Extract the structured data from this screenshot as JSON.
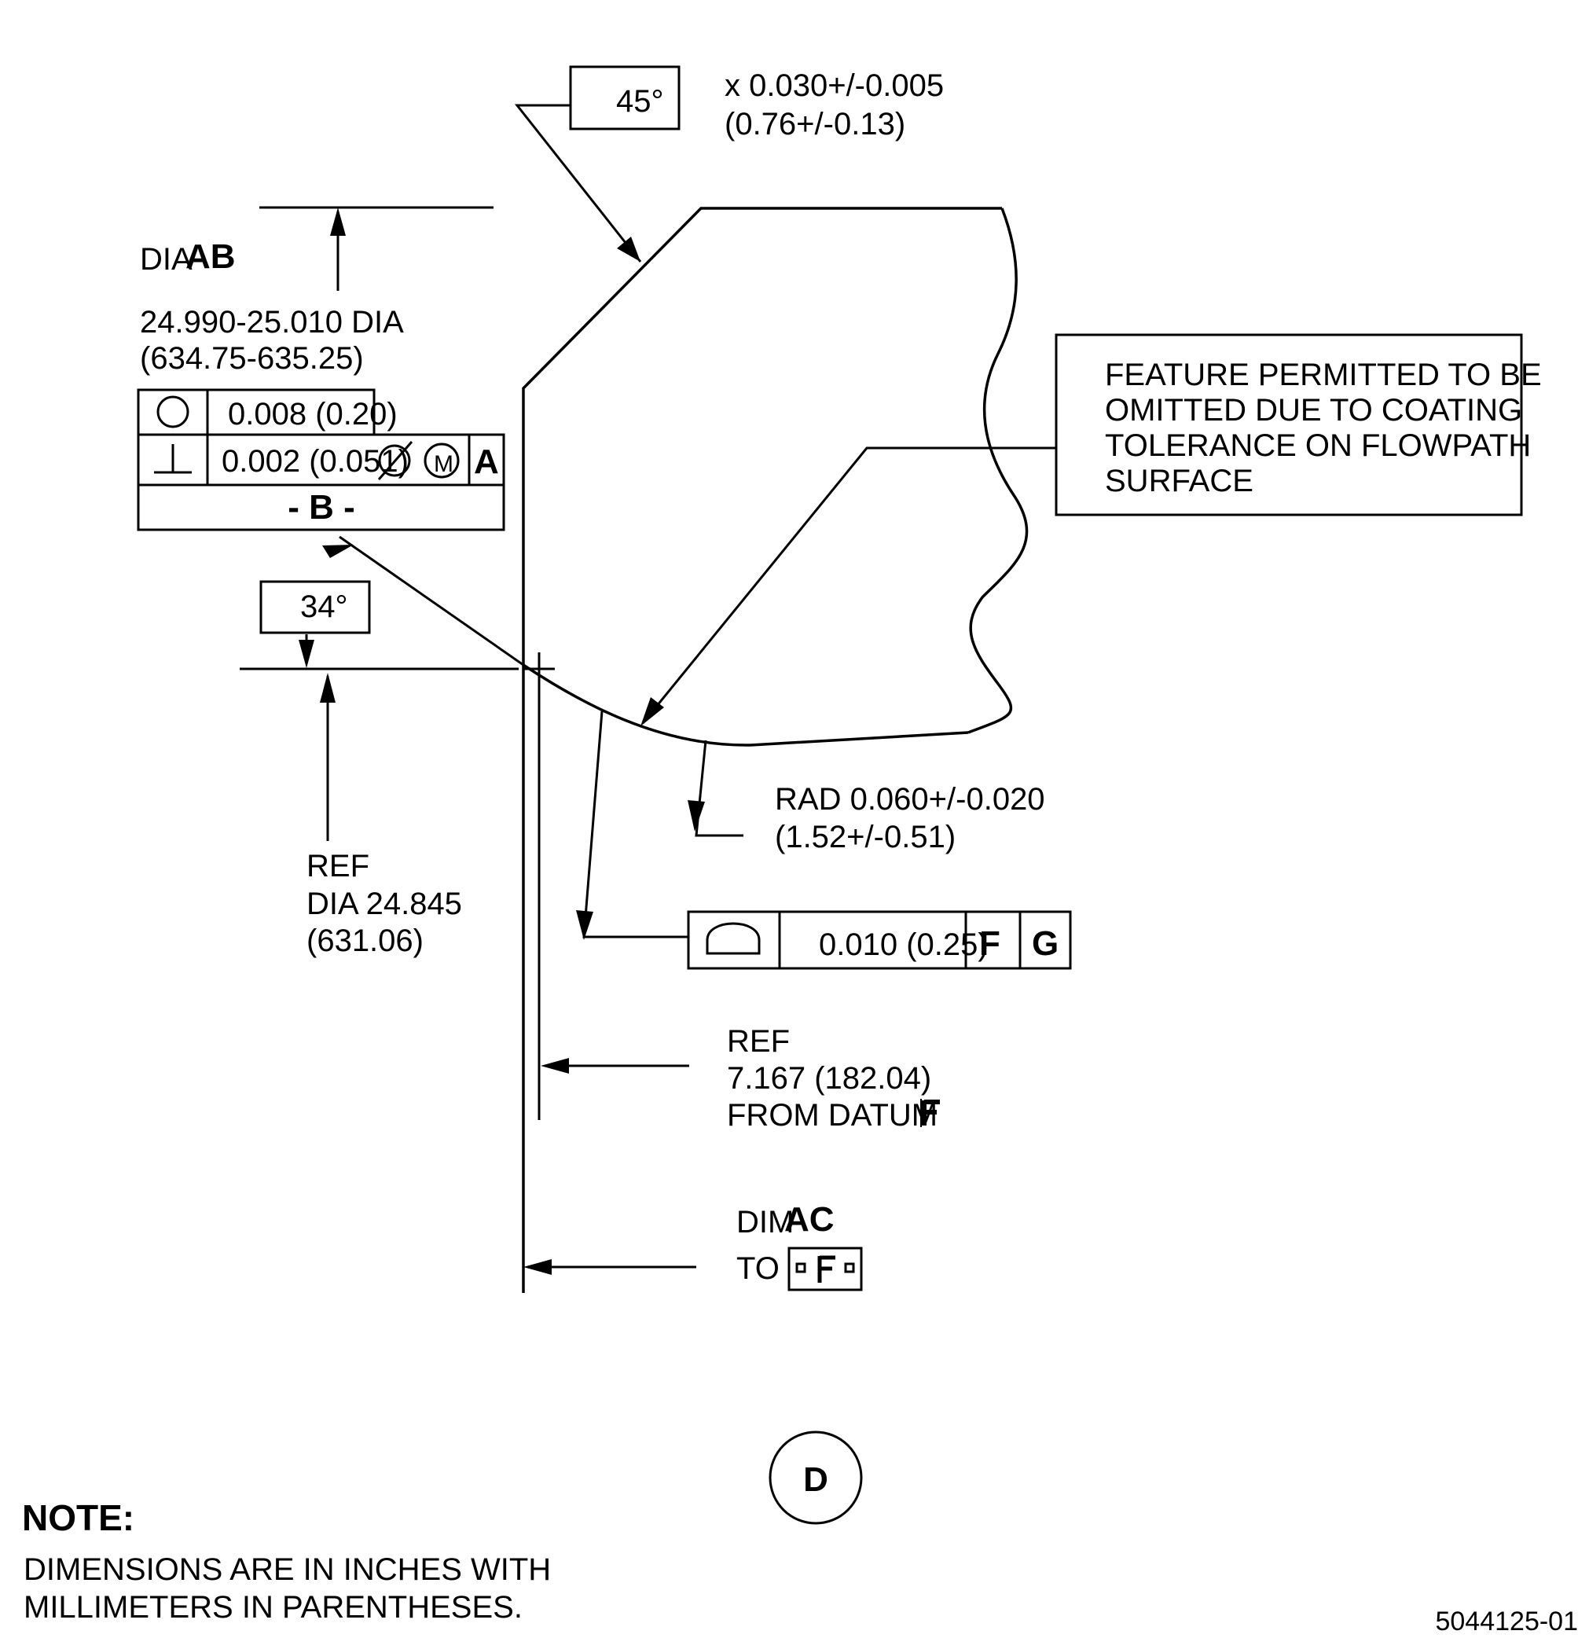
{
  "chamfer": {
    "angle": "45°",
    "dim_line1": "x 0.030+/-0.005",
    "dim_line2": "(0.76+/-0.13)"
  },
  "diameter_ab": {
    "prefix": "DIA",
    "code": "AB",
    "value": "24.990-25.010 DIA",
    "metric": "(634.75-635.25)"
  },
  "fcf_b": {
    "circularity_value": "0.008 (0.20)",
    "perpendicularity_value": "0.002 (0.051)",
    "modifier": "M",
    "datum_ref": "A",
    "datum_label": "- B -"
  },
  "angle_34": "34°",
  "ref_dia": {
    "line1": "REF",
    "line2": "DIA 24.845",
    "line3": "(631.06)"
  },
  "feature_note": {
    "line1": "FEATURE PERMITTED TO BE",
    "line2": "OMITTED DUE TO COATING",
    "line3": "TOLERANCE ON FLOWPATH",
    "line4": "SURFACE"
  },
  "radius": {
    "line1": "RAD 0.060+/-0.020",
    "line2": "(1.52+/-0.51)"
  },
  "profile_fcf": {
    "value": "0.010 (0.25)",
    "datum1": "F",
    "datum2": "G"
  },
  "ref_dist": {
    "line1": "REF",
    "line2": "7.167 (182.04)",
    "line3": "FROM DATUM"
  },
  "dim_ac": {
    "prefix": "DIM",
    "code": "AC",
    "to": "TO"
  },
  "view_label": "D",
  "note": {
    "heading": "NOTE:",
    "line1": "DIMENSIONS ARE IN INCHES WITH",
    "line2": "MILLIMETERS IN PARENTHESES."
  },
  "figure_id": "5044125-01"
}
